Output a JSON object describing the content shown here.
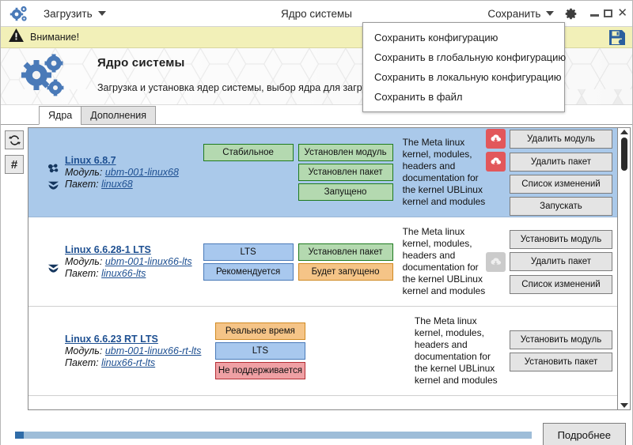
{
  "titlebar": {
    "logo_icon": "gears-icon",
    "load_menu": "Загрузить",
    "title": "Ядро системы",
    "save_menu": "Сохранить",
    "gear_icon": "gear-icon",
    "minimize": "–",
    "maximize": "□",
    "close": "✕"
  },
  "dropdown": {
    "items": [
      "Сохранить конфигурацию",
      "Сохранить в глобальную конфигурацию",
      "Сохранить в локальную конфигурацию",
      "Сохранить в файл"
    ]
  },
  "warning": {
    "icon": "warning-triangle-icon",
    "text": "Внимание!",
    "save_icon": "floppy-save-icon"
  },
  "hero": {
    "icon": "gears-icon",
    "title": "Ядро системы",
    "subtitle": "Загрузка и установка ядер системы, выбор ядра для загрузки по умолчанию"
  },
  "tabs": [
    {
      "label": "Ядра",
      "active": true
    },
    {
      "label": "Дополнения",
      "active": false
    }
  ],
  "rail": [
    {
      "name": "refresh-button",
      "glyph": "⟳"
    },
    {
      "name": "hash-button",
      "glyph": "#"
    }
  ],
  "list": {
    "labels": {
      "module": "Модуль:",
      "package": "Пакет:"
    },
    "rows": [
      {
        "selected": true,
        "name": "Linux 6.8.7",
        "module": "ubm-001-linux68",
        "package": "linux68",
        "module_icon": "module-chain-icon",
        "package_icon": "package-box-icon",
        "badges_left": [
          {
            "text": "Стабильное",
            "style": "green"
          }
        ],
        "badges_right": [
          {
            "text": "Установлен модуль",
            "style": "green"
          },
          {
            "text": "Установлен пакет",
            "style": "green"
          },
          {
            "text": "Запущено",
            "style": "green"
          }
        ],
        "description": "The Meta linux kernel, modules, headers and documentation for the kernel UBLinux kernel and modules",
        "actions": [
          {
            "icon": "cloud-download-red-icon",
            "label": "Удалить модуль"
          },
          {
            "icon": "cloud-download-red-icon",
            "label": "Удалить пакет"
          },
          {
            "icon": null,
            "label": "Список изменений"
          },
          {
            "icon": null,
            "label": "Запускать"
          }
        ]
      },
      {
        "selected": false,
        "name": "Linux 6.6.28-1 LTS",
        "module": "ubm-001-linux66-lts",
        "package": "linux66-lts",
        "module_icon": null,
        "package_icon": "package-box-icon",
        "badges_left": [
          {
            "text": "LTS",
            "style": "blue"
          },
          {
            "text": "Рекомендуется",
            "style": "blue"
          }
        ],
        "badges_right": [
          {
            "text": "Установлен пакет",
            "style": "green"
          },
          {
            "text": "Будет запущено",
            "style": "orange"
          }
        ],
        "description": "The Meta linux kernel, modules, headers and documentation for the kernel UBLinux kernel and modules",
        "actions": [
          {
            "icon": null,
            "label": "Установить модуль"
          },
          {
            "icon": "cloud-download-gray-icon",
            "label": "Удалить пакет"
          },
          {
            "icon": null,
            "label": "Список изменений"
          }
        ]
      },
      {
        "selected": false,
        "name": "Linux 6.6.23 RT LTS",
        "module": "ubm-001-linux66-rt-lts",
        "package": "linux66-rt-lts",
        "module_icon": null,
        "package_icon": null,
        "badges_left": [
          {
            "text": "Реальное время",
            "style": "orange"
          },
          {
            "text": "LTS",
            "style": "blue"
          },
          {
            "text": "Не поддерживается",
            "style": "red"
          }
        ],
        "badges_right": [],
        "description": "The Meta linux kernel, modules, headers and documentation for the kernel UBLinux kernel and modules",
        "actions": [
          {
            "icon": null,
            "label": "Установить модуль"
          },
          {
            "icon": null,
            "label": "Установить пакет"
          }
        ]
      }
    ]
  },
  "scrollbar": {
    "up": "▲",
    "down": "▼",
    "thumb_position_pct": 2
  },
  "footer": {
    "progress_pct": 1,
    "detail_button": "Подробнее"
  },
  "colors": {
    "accent_blue": "#1d4f91",
    "warning_bg": "#f2f0b8",
    "selected_row": "#aac9ea",
    "badge_green": "#b4d9b0",
    "badge_blue": "#a8c8ee",
    "badge_orange": "#f5c487",
    "badge_red": "#efa0a4",
    "cloud_red": "#e2575b"
  }
}
